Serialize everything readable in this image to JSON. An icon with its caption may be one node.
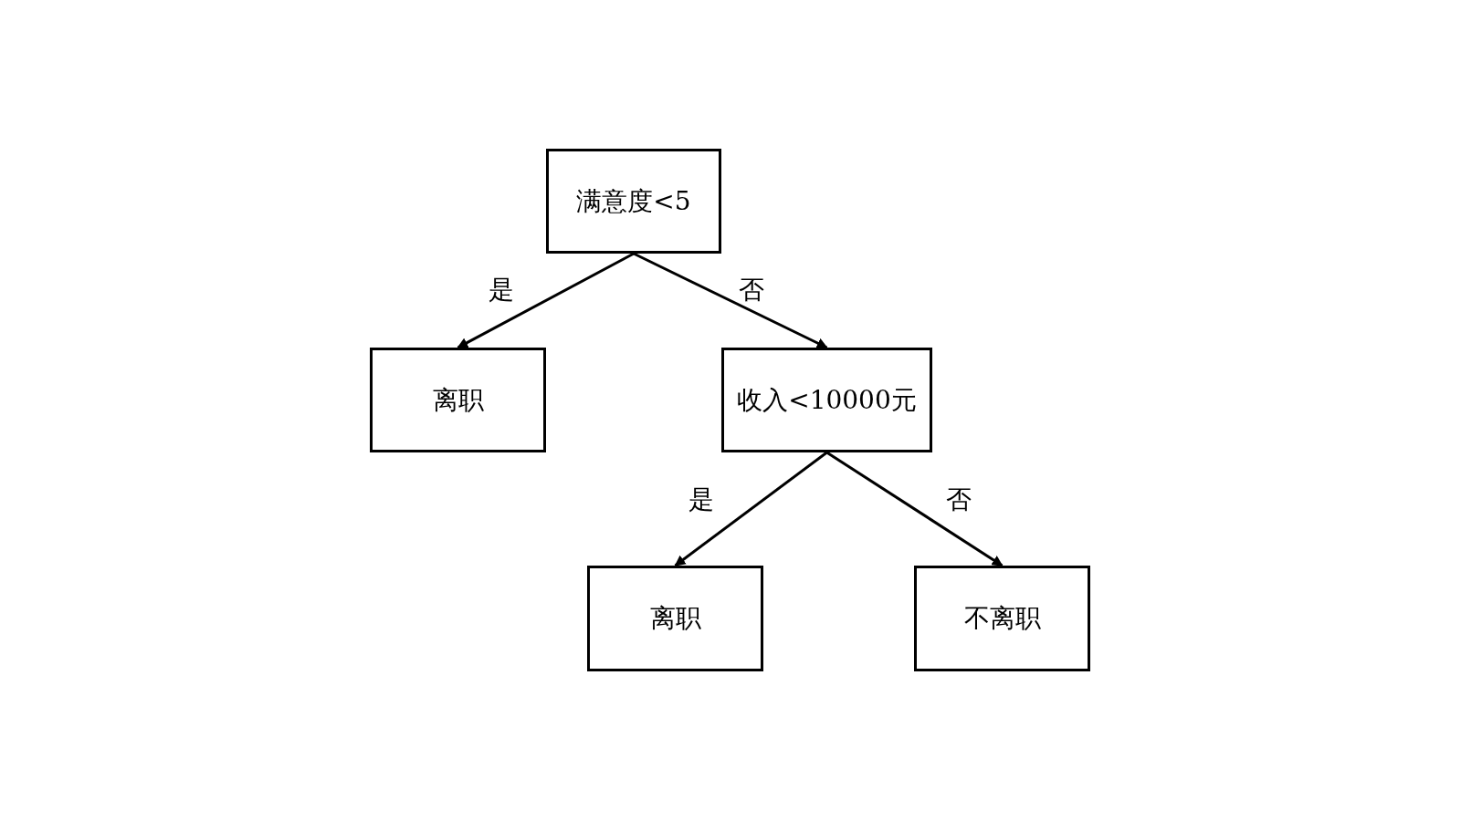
{
  "diagram": {
    "nodes": [
      {
        "text": [
          "满意度<5"
        ]
      },
      {
        "text": [
          "离职"
        ]
      },
      {
        "text": [
          "收入<10000元"
        ]
      },
      {
        "text": [
          "离职"
        ]
      },
      {
        "text": [
          "不离职"
        ]
      }
    ],
    "edges": [
      {
        "from": 0,
        "to": 1,
        "arrow": "to",
        "label": "是"
      },
      {
        "from": 0,
        "to": 2,
        "arrow": "to",
        "label": "否"
      },
      {
        "from": 2,
        "to": 3,
        "arrow": "to",
        "label": "是"
      },
      {
        "from": 2,
        "to": 4,
        "arrow": "to",
        "label": "否"
      }
    ]
  }
}
